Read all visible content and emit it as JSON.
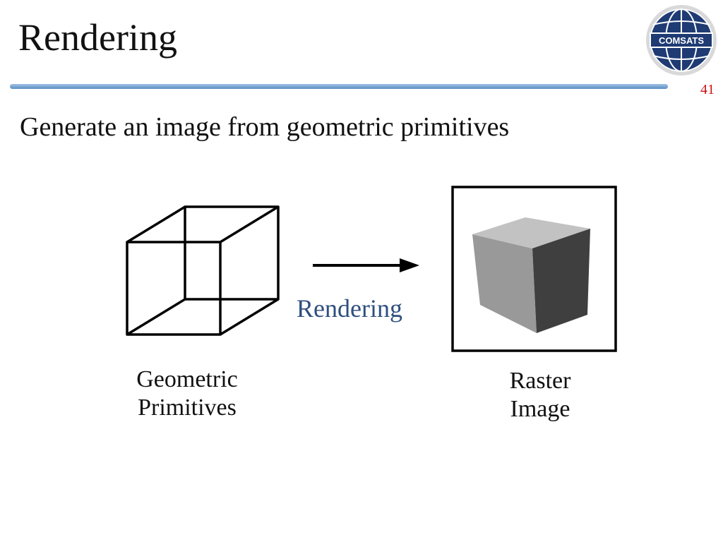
{
  "slide": {
    "title": "Rendering",
    "page_number": "41",
    "subtitle": "Generate an image from geometric primitives"
  },
  "logo": {
    "text": "COMSATS",
    "icon": "globe-logo-icon"
  },
  "diagram": {
    "left_caption_line1": "Geometric",
    "left_caption_line2": "Primitives",
    "arrow_label": "Rendering",
    "right_caption_line1": "Raster",
    "right_caption_line2": "Image"
  },
  "colors": {
    "title_rule": "#5d8fc4",
    "page_number": "#cc1010",
    "arrow_label": "#2f4f7f",
    "logo_blue": "#1f3b73"
  }
}
